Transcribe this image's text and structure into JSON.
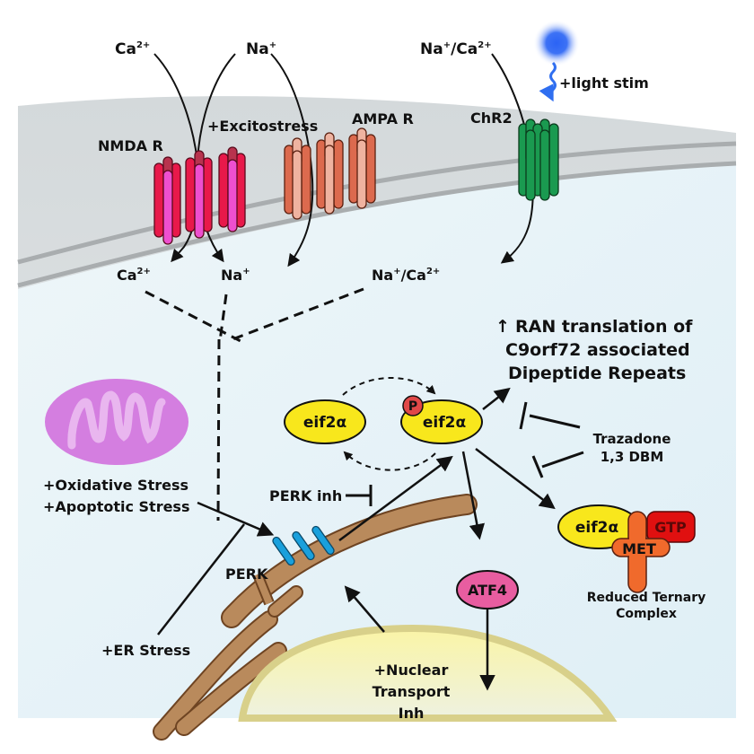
{
  "diagram": {
    "membrane": {
      "labels": {
        "nmda": "NMDA R",
        "ampa": "AMPA R",
        "chr2": "ChR2",
        "excitostress": "+Excitostress",
        "light_stim": "+light stim"
      }
    },
    "ions_outside": [
      {
        "base": "Ca",
        "sup": "2+"
      },
      {
        "base": "Na",
        "sup": "+"
      },
      {
        "base": "Na",
        "sup": "+",
        "sep": "/Ca",
        "sup2": "2+"
      }
    ],
    "ions_inside": [
      {
        "base": "Ca",
        "sup": "2+"
      },
      {
        "base": "Na",
        "sup": "+"
      },
      {
        "base": "Na",
        "sup": "+",
        "sep": "/Ca",
        "sup2": "2+"
      }
    ],
    "outcome": {
      "arrow": "↑",
      "lines": [
        "RAN translation of",
        "C9orf72 associated",
        "Dipeptide Repeats"
      ]
    },
    "eif2a": {
      "label": "eif2α",
      "phospho": "P"
    },
    "inhibitors": {
      "drugs": [
        "Trazadone",
        "1,3 DBM"
      ],
      "perk_inh": "PERK inh"
    },
    "stress": {
      "oxidative": "+Oxidative Stress",
      "apoptotic": "+Apoptotic Stress",
      "er": "+ER Stress",
      "nuclear": [
        "+Nuclear",
        "Transport",
        "Inh"
      ]
    },
    "perk": "PERK",
    "atf4": "ATF4",
    "ternary": {
      "eif2a": "eif2α",
      "met": "MET",
      "gtp": "GTP",
      "caption": [
        "Reduced Ternary",
        "Complex"
      ]
    },
    "colors": {
      "cytoplasm": "#e6f2f7",
      "membrane": "#c9ced1",
      "nmda": "#e8194a",
      "nmda_core": "#ee4fcf",
      "ampa": "#dc6a4e",
      "ampa_core": "#efb3a0",
      "chr2": "#1a9a50",
      "eif2a": "#f8e71c",
      "phospho": "#e04848",
      "atf4": "#e85da0",
      "met": "#f06a2c",
      "gtp": "#e01010",
      "er": "#b98a5c",
      "perk": "#1aa0dc",
      "nucleus": "#f5f0b0",
      "mito": "#d47ee0",
      "light": "#2f6ef0"
    }
  }
}
